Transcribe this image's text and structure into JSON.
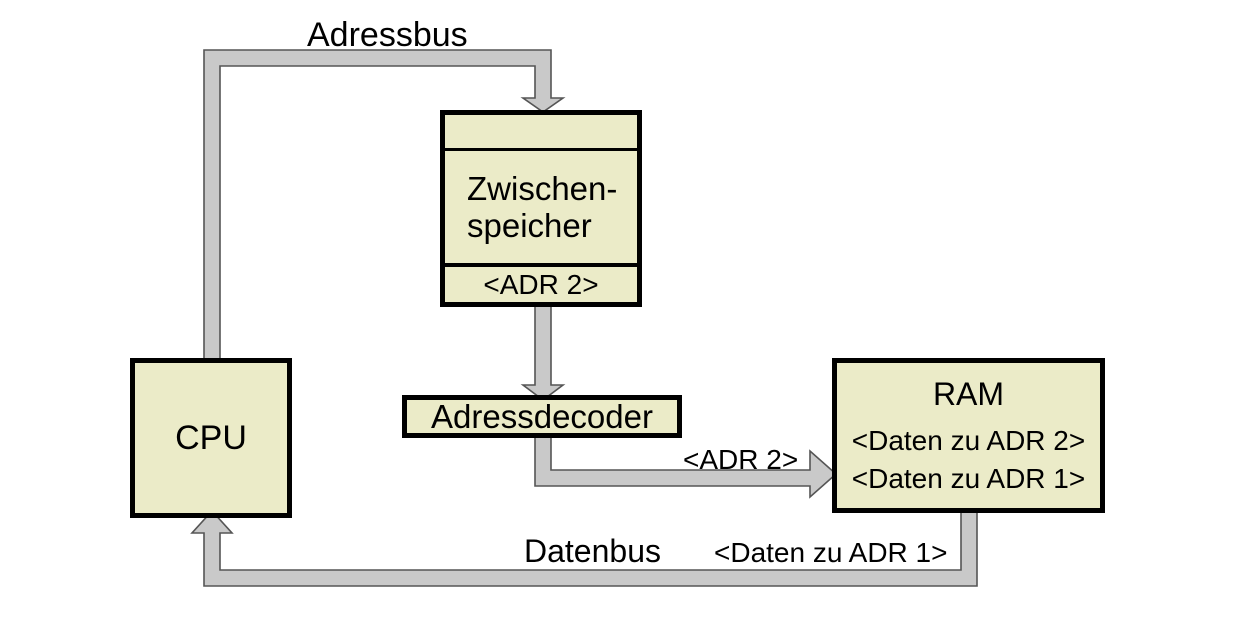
{
  "diagram": {
    "nodes": {
      "cpu": {
        "label": "CPU"
      },
      "buffer": {
        "lines": [
          "Zwischen-",
          "speicher"
        ],
        "address": "<ADR 2>"
      },
      "decoder": {
        "label": "Adressdecoder"
      },
      "ram": {
        "label": "RAM",
        "entries": [
          "<Daten zu ADR 2>",
          "<Daten zu ADR 1>"
        ]
      }
    },
    "bus_labels": {
      "address_bus": "Adressbus",
      "data_bus": "Datenbus",
      "adr2": "<ADR 2>",
      "daten_zu_adr1": "<Daten zu ADR 1>"
    },
    "colors": {
      "node_fill": "#EBEBC8",
      "node_border": "#000000",
      "bus_fill": "#C9C9C9",
      "bus_outline": "#555555",
      "background": "#FFFFFF"
    }
  }
}
